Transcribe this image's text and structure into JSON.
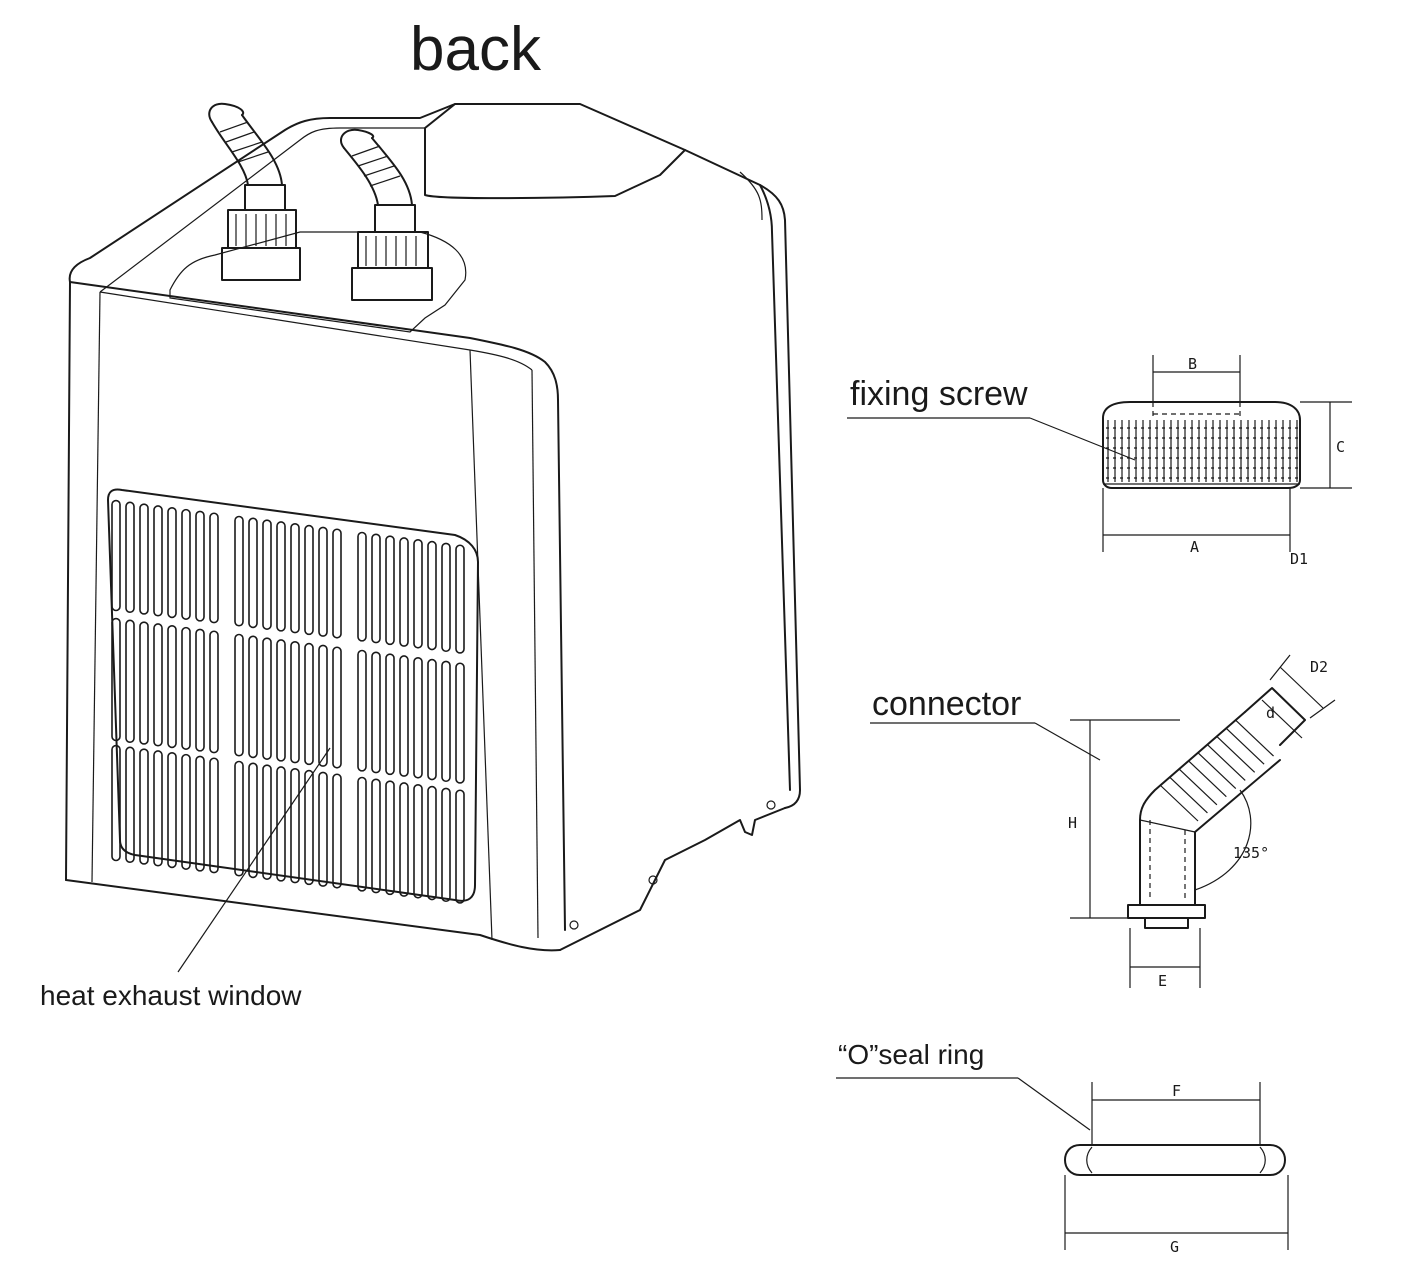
{
  "title": "back",
  "labels": {
    "heat_exhaust_window": "heat  exhaust  window",
    "fixing_screw": "fixing  screw",
    "connector": "connector",
    "o_seal_ring": "“O”seal  ring"
  },
  "dimensions": {
    "A": "A",
    "B": "B",
    "C": "C",
    "D1": "D1",
    "D2": "D2",
    "d": "d",
    "H": "H",
    "E": "E",
    "F": "F",
    "G": "G",
    "angle": "135°"
  }
}
